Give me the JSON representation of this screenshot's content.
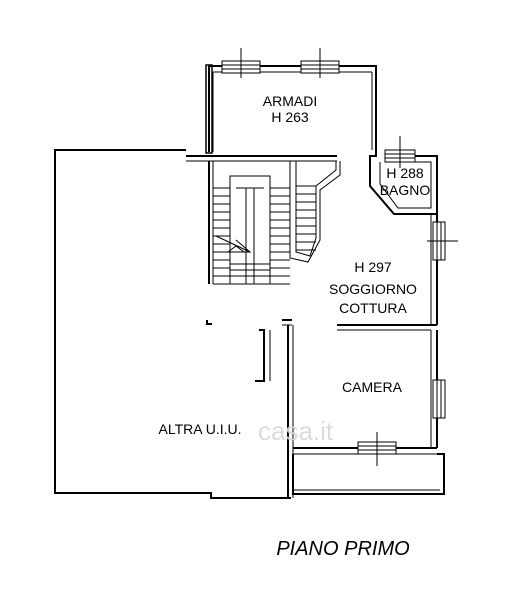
{
  "rooms": {
    "armadi": {
      "name": "ARMADI",
      "height": "H 263"
    },
    "bagno": {
      "height": "H 288",
      "name": "BAGNO"
    },
    "soggiorno": {
      "height": "H 297",
      "name_line1": "SOGGIORNO",
      "name_line2": "COTTURA"
    },
    "camera": {
      "name": "CAMERA"
    },
    "altra": {
      "name": "ALTRA U.I.U."
    }
  },
  "floor_title": "PIANO PRIMO",
  "watermark": "casa.it"
}
